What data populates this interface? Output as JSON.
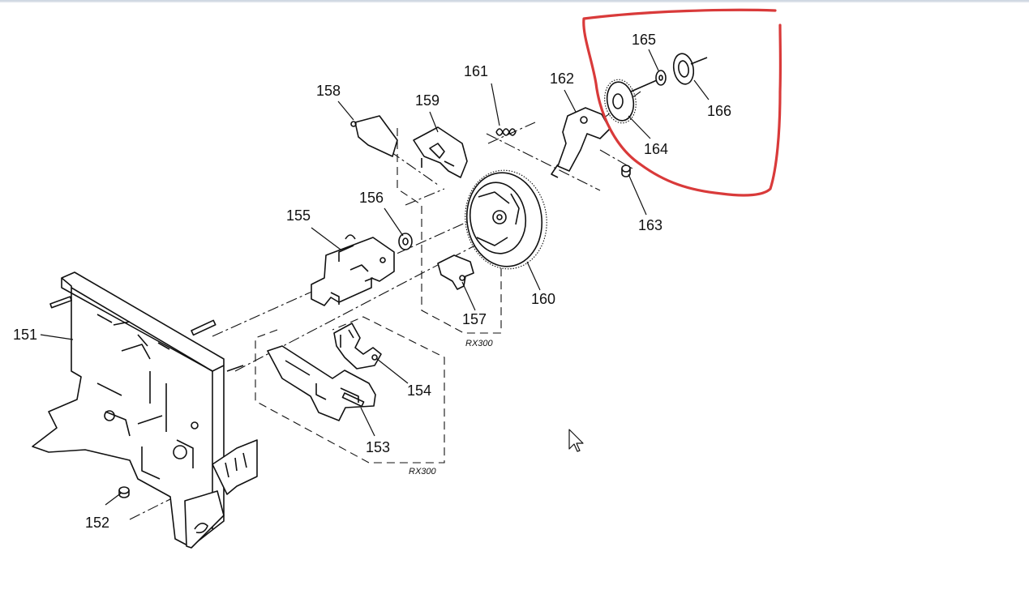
{
  "parts": [
    {
      "id": "p151",
      "label": "151"
    },
    {
      "id": "p152",
      "label": "152"
    },
    {
      "id": "p153",
      "label": "153"
    },
    {
      "id": "p154",
      "label": "154"
    },
    {
      "id": "p155",
      "label": "155"
    },
    {
      "id": "p156",
      "label": "156"
    },
    {
      "id": "p157",
      "label": "157"
    },
    {
      "id": "p158",
      "label": "158"
    },
    {
      "id": "p159",
      "label": "159"
    },
    {
      "id": "p160",
      "label": "160"
    },
    {
      "id": "p161",
      "label": "161"
    },
    {
      "id": "p162",
      "label": "162"
    },
    {
      "id": "p163",
      "label": "163"
    },
    {
      "id": "p164",
      "label": "164"
    },
    {
      "id": "p165",
      "label": "165"
    },
    {
      "id": "p166",
      "label": "166"
    }
  ],
  "variant_boxes": [
    {
      "id": "box-upper",
      "label": "RX300"
    },
    {
      "id": "box-lower",
      "label": "RX300"
    }
  ],
  "highlight": {
    "color": "#d93a3a",
    "encloses": [
      "164",
      "165",
      "166"
    ]
  },
  "cursor": {
    "icon": "mouse-pointer-icon"
  }
}
